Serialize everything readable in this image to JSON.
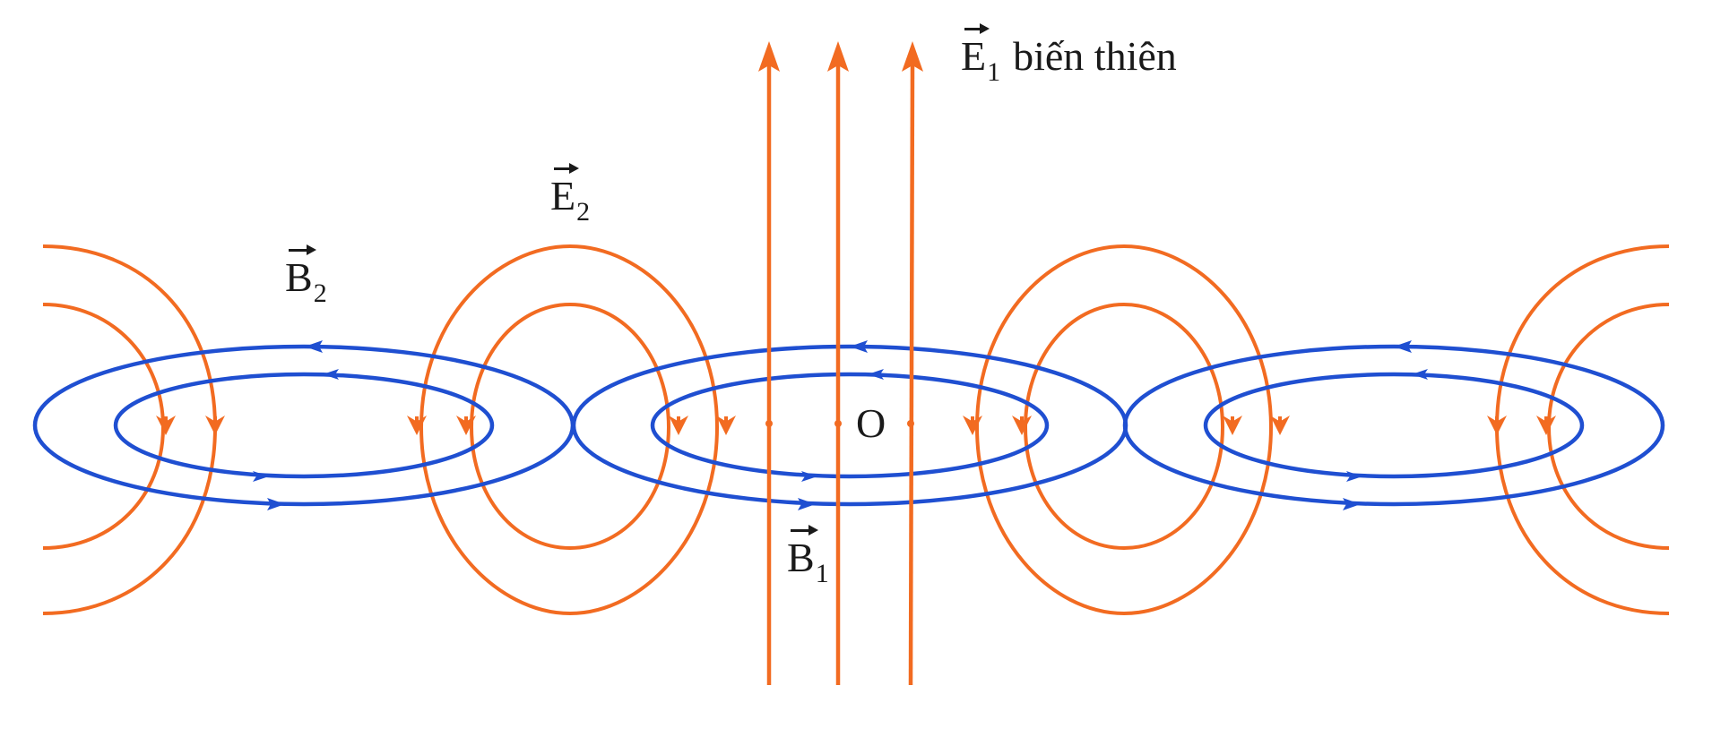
{
  "labels": {
    "e1": {
      "symbol": "E",
      "sub": "1",
      "text": "biến thiên"
    },
    "e2": {
      "symbol": "E",
      "sub": "2"
    },
    "b1": {
      "symbol": "B",
      "sub": "1"
    },
    "b2": {
      "symbol": "B",
      "sub": "2"
    },
    "origin": "O"
  },
  "colors": {
    "electric": "#f26b21",
    "magnetic": "#1f4fd1",
    "text": "#1a1a1a"
  }
}
